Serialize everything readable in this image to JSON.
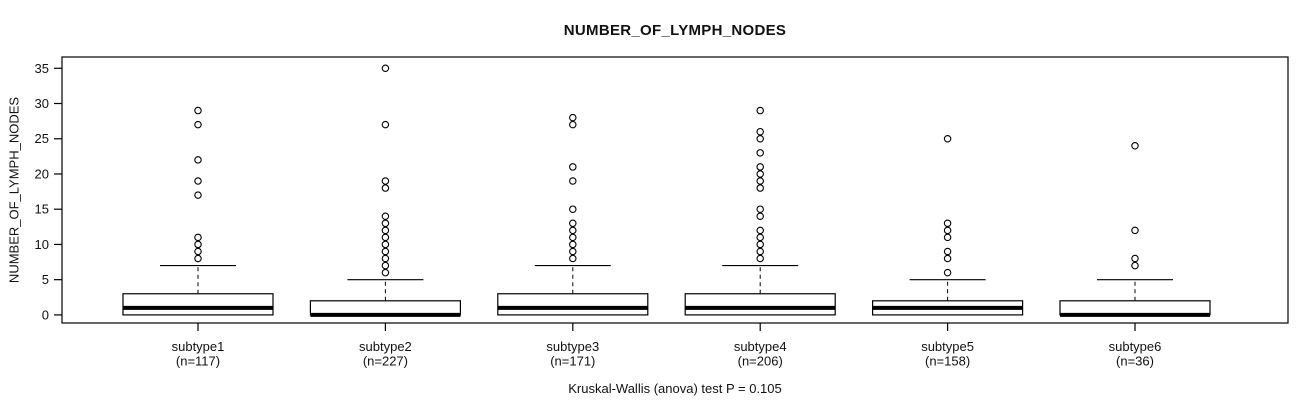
{
  "title": "NUMBER_OF_LYMPH_NODES",
  "footer": "Kruskal-Wallis (anova) test P = 0.105",
  "chart_data": {
    "type": "boxplot",
    "title": "NUMBER_OF_LYMPH_NODES",
    "ylabel": "NUMBER_OF_LYMPH_NODES",
    "xlabel": "",
    "footnote": "Kruskal-Wallis (anova) test P = 0.105",
    "yticks": [
      0,
      5,
      10,
      15,
      20,
      25,
      30,
      35
    ],
    "ylim": [
      -1.15,
      36.6
    ],
    "grid": false,
    "legend": "none",
    "colors": {
      "line": "#000000",
      "box_fill": "#ffffff",
      "background": "#ffffff",
      "text": "#111111"
    },
    "groups": [
      {
        "label": "subtype1",
        "sublabel": "(n=117)",
        "n": 117,
        "q1": 0,
        "median": 1,
        "q3": 3,
        "whisker_low": 0,
        "whisker_high": 7,
        "outliers": [
          8,
          9,
          10,
          11,
          17,
          19,
          22,
          27,
          29
        ]
      },
      {
        "label": "subtype2",
        "sublabel": "(n=227)",
        "n": 227,
        "q1": 0,
        "median": 0,
        "q3": 2,
        "whisker_low": 0,
        "whisker_high": 5,
        "outliers": [
          6,
          7,
          8,
          9,
          10,
          11,
          12,
          13,
          14,
          18,
          19,
          27,
          35
        ]
      },
      {
        "label": "subtype3",
        "sublabel": "(n=171)",
        "n": 171,
        "q1": 0,
        "median": 1,
        "q3": 3,
        "whisker_low": 0,
        "whisker_high": 7,
        "outliers": [
          8,
          9,
          10,
          11,
          12,
          13,
          15,
          19,
          21,
          27,
          28
        ]
      },
      {
        "label": "subtype4",
        "sublabel": "(n=206)",
        "n": 206,
        "q1": 0,
        "median": 1,
        "q3": 3,
        "whisker_low": 0,
        "whisker_high": 7,
        "outliers": [
          8,
          9,
          10,
          11,
          12,
          14,
          15,
          18,
          19,
          20,
          21,
          23,
          25,
          26,
          29
        ]
      },
      {
        "label": "subtype5",
        "sublabel": "(n=158)",
        "n": 158,
        "q1": 0,
        "median": 1,
        "q3": 2,
        "whisker_low": 0,
        "whisker_high": 5,
        "outliers": [
          6,
          8,
          9,
          11,
          12,
          13,
          25
        ]
      },
      {
        "label": "subtype6",
        "sublabel": "(n=36)",
        "n": 36,
        "q1": 0,
        "median": 0,
        "q3": 2,
        "whisker_low": 0,
        "whisker_high": 5,
        "outliers": [
          7,
          8,
          12,
          24
        ]
      }
    ]
  }
}
